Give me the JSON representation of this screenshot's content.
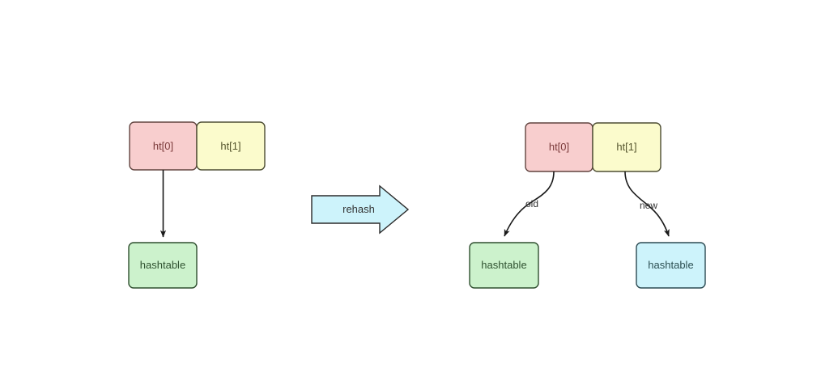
{
  "diagram": {
    "title": "rehash",
    "before": {
      "table_cells": [
        {
          "label": "ht[0]",
          "fill": "#f8cece",
          "stroke": "#61443f",
          "text_color": "#7b3b3b"
        },
        {
          "label": "ht[1]",
          "fill": "#fbfbcc",
          "stroke": "#4d4d33",
          "text_color": "#55552e"
        }
      ],
      "targets": [
        {
          "label": "hashtable",
          "fill": "#ccf2cc",
          "stroke": "#2f4f2f",
          "text_color": "#2f5130"
        }
      ],
      "edges": [
        {
          "label": "",
          "from": "ht[0]",
          "to": "hashtable",
          "style": "straight"
        }
      ]
    },
    "transition": {
      "label": "rehash",
      "fill": "#cdf3fb",
      "stroke": "#2b2b2b",
      "text_color": "#333333"
    },
    "after": {
      "table_cells": [
        {
          "label": "ht[0]",
          "fill": "#f8cece",
          "stroke": "#61443f",
          "text_color": "#7b3b3b"
        },
        {
          "label": "ht[1]",
          "fill": "#fbfbcc",
          "stroke": "#4d4d33",
          "text_color": "#55552e"
        }
      ],
      "targets": [
        {
          "label": "hashtable",
          "fill": "#ccf2cc",
          "stroke": "#2f4f2f",
          "text_color": "#2f5130"
        },
        {
          "label": "hashtable",
          "fill": "#cdf3fb",
          "stroke": "#2b4a52",
          "text_color": "#2c4f52"
        }
      ],
      "edges": [
        {
          "label": "old",
          "from": "ht[0]",
          "to": "hashtable-green",
          "style": "curve"
        },
        {
          "label": "new",
          "from": "ht[1]",
          "to": "hashtable-blue",
          "style": "curve"
        }
      ]
    }
  }
}
